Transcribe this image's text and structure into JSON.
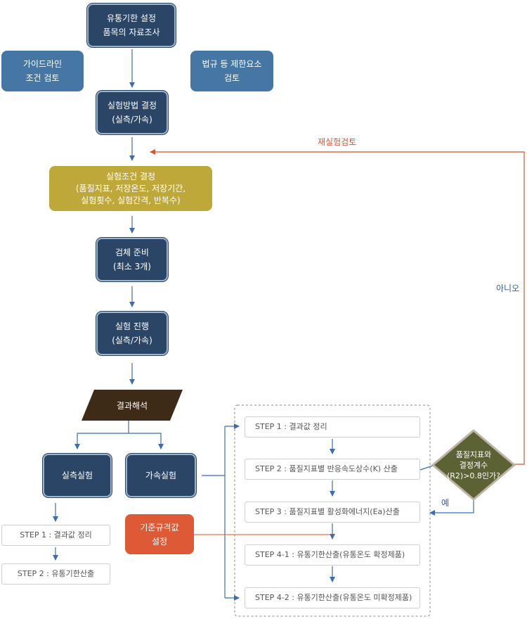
{
  "nodes": {
    "research": "유통기한 설정\n품목의 자료조사",
    "guideline": "가이드라인\n조건 검토",
    "regulation": "법규 등 제한요소\n검토",
    "method": "실험방법 결정\n(실측/가속)",
    "conditions": "실험조건 결정\n(품질지표, 저장온도, 저장기간,\n실험횟수, 실험간격, 반복수)",
    "sample": "검체 준비\n(최소 3개)",
    "run": "실험 진행\n(실측/가속)",
    "analysis": "결과해석",
    "real_test": "실측실험",
    "accel_test": "가속실험",
    "left_step1": "STEP 1 : 결과값 정리",
    "left_step2": "STEP 2 : 유통기한산출",
    "spec_value": "기준규격값\n설정",
    "step1": "STEP 1 : 결과값 정리",
    "step2": "STEP 2 : 품질지표별 반응속도상수(K) 산출",
    "step3": "STEP 3 : 품질지표별 활성화에너지(Ea)산출",
    "step4_1": "STEP 4-1 : 유통기한산출(유통온도 확정제품)",
    "step4_2": "STEP 4-2 : 유통기한산출(유통온도 미확정제품)",
    "decision": "품질지표와\n결정계수\n(R2)>0.8인가?"
  },
  "labels": {
    "retest": "재실험검토",
    "no": "아니오",
    "yes": "예"
  },
  "colors": {
    "navy": "#2b4567",
    "blue": "#4576a4",
    "olive": "#bfa83a",
    "orange": "#de5a36",
    "dark_olive": "#5c6233",
    "dark_brown": "#3d2b17",
    "arrow_blue": "#3a6db3",
    "label_red": "#d9552f",
    "label_blue": "#2f5f9e"
  }
}
